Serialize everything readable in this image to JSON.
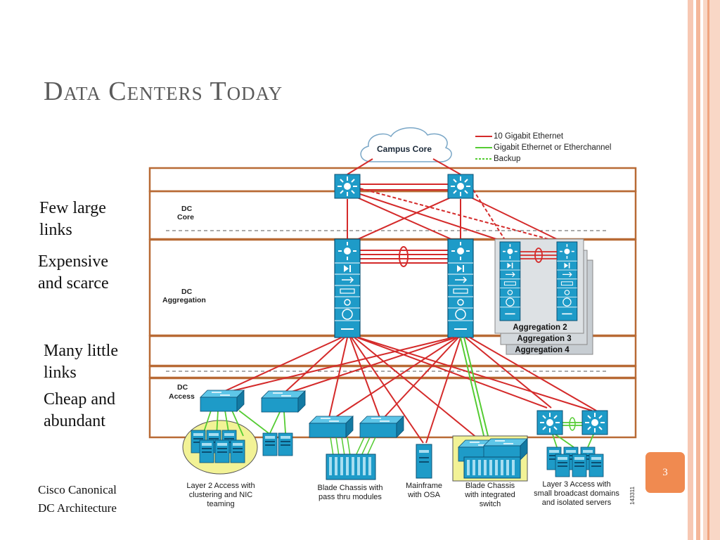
{
  "slide": {
    "title": "Data Centers Today",
    "page_number": "3",
    "colors": {
      "accent": "#f08a50",
      "stripe": "#f4b79a",
      "band": "#b86a35",
      "switch": "#1e9bc8",
      "ten_gig": "#d42a2a",
      "gig": "#55cc33"
    }
  },
  "notes": [
    {
      "line1": "Few large",
      "line2": "links"
    },
    {
      "line1": "Expensive",
      "line2": "and scarce"
    },
    {
      "line1": "Many little",
      "line2": "links"
    },
    {
      "line1": "Cheap and",
      "line2": "abundant"
    }
  ],
  "caption": {
    "line1": "Cisco Canonical",
    "line2": "DC Architecture"
  },
  "diagram": {
    "campus": "Campus Core",
    "legend": [
      "10 Gigabit Ethernet",
      "Gigabit Ethernet or Etherchannel",
      "Backup"
    ],
    "layers": {
      "core_line1": "DC",
      "core_line2": "Core",
      "agg_line1": "DC",
      "agg_line2": "Aggregation",
      "access_line1": "DC",
      "access_line2": "Access"
    },
    "aggregation": [
      "Aggregation 2",
      "Aggregation 3",
      "Aggregation 4"
    ],
    "access": [
      {
        "line1": "Layer 2 Access with",
        "line2": "clustering and NIC",
        "line3": "teaming"
      },
      {
        "line1": "Blade Chassis with",
        "line2": "pass thru modules"
      },
      {
        "line1": "Mainframe",
        "line2": "with OSA"
      },
      {
        "line1": "Blade Chassis",
        "line2": "with integrated",
        "line3": "switch"
      },
      {
        "line1": "Layer 3 Access with",
        "line2": "small broadcast domains",
        "line3": "and isolated servers"
      }
    ],
    "figure_id": "143311"
  }
}
